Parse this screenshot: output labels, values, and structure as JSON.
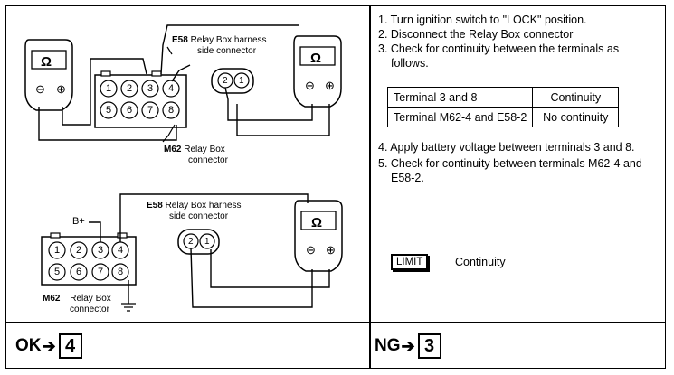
{
  "diagram": {
    "top": {
      "e58_code": "E58",
      "e58_label_line1": "Relay Box harness",
      "e58_label_line2": "side connector",
      "m62_code": "M62",
      "m62_label_line1": "Relay Box",
      "m62_label_line2": "connector",
      "terminals": [
        "1",
        "2",
        "3",
        "4",
        "5",
        "6",
        "7",
        "8"
      ],
      "e58_terminals": [
        "2",
        "1"
      ]
    },
    "bottom": {
      "e58_code": "E58",
      "e58_label_line1": "Relay Box harness",
      "e58_label_line2": "side connector",
      "m62_code": "M62",
      "m62_label_line1": "Relay Box",
      "m62_label_line2": "connector",
      "battery_label": "B+",
      "terminals": [
        "1",
        "2",
        "3",
        "4",
        "5",
        "6",
        "7",
        "8"
      ],
      "e58_terminals": [
        "2",
        "1"
      ]
    },
    "meter": {
      "symbol": "Ω",
      "minus": "⊖",
      "plus": "⊕"
    }
  },
  "instructions": {
    "steps_part1": [
      "1. Turn ignition switch to \"LOCK\" position.",
      "2. Disconnect the Relay Box connector",
      "3. Check for continuity between the terminals as follows."
    ],
    "table": [
      {
        "terminal": "Terminal 3 and 8",
        "result": "Continuity"
      },
      {
        "terminal": "Terminal M62-4 and E58-2",
        "result": "No continuity"
      }
    ],
    "steps_part2": [
      "4. Apply battery voltage between terminals 3 and 8.",
      "5. Check for continuity between terminals M62-4 and E58-2."
    ],
    "limit_label": "LIMIT",
    "limit_value": "Continuity"
  },
  "results": {
    "ok_label": "OK",
    "ok_step": "4",
    "ng_label": "NG",
    "ng_step": "3",
    "arrow": "➔"
  }
}
